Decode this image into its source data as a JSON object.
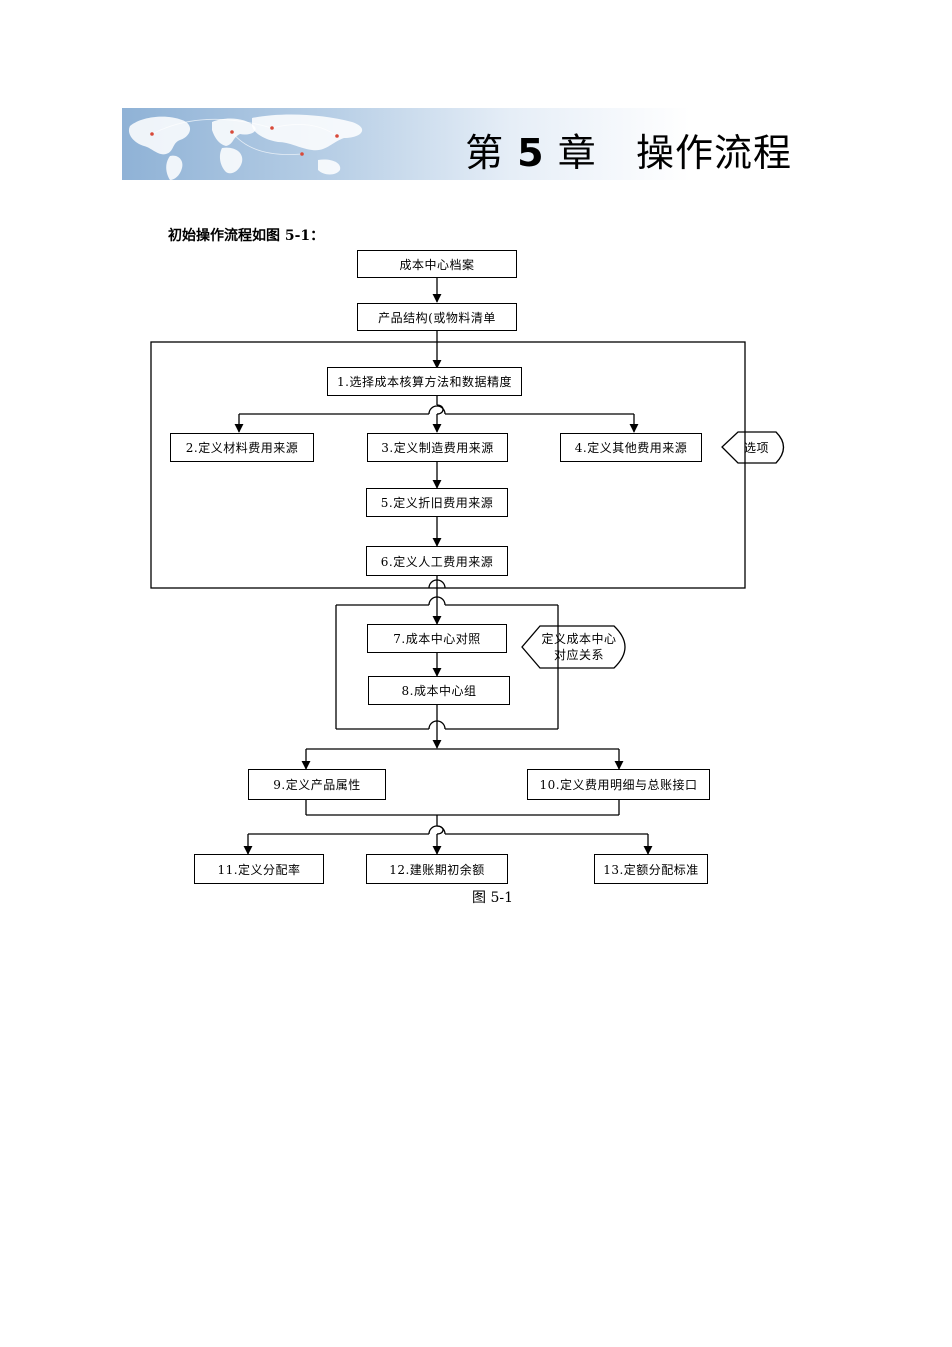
{
  "header": {
    "chapter_prefix": "第",
    "chapter_number": "5",
    "chapter_suffix": "章",
    "chapter_title": "操作流程"
  },
  "intro_text": "初始操作流程如图 5-1：",
  "nodes": {
    "cost_center_file": "成本中心档案",
    "product_structure": "产品结构(或物料清单",
    "step1": "1.选择成本核算方法和数据精度",
    "step2": "2.定义材料费用来源",
    "step3": "3.定义制造费用来源",
    "step4": "4.定义其他费用来源",
    "step5": "5.定义折旧费用来源",
    "step6": "6.定义人工费用来源",
    "step7": "7.成本中心对照",
    "step8": "8.成本中心组",
    "step9": "9.定义产品属性",
    "step10": "10.定义费用明细与总账接口",
    "step11": "11.定义分配率",
    "step12": "12.建账期初余额",
    "step13": "13.定额分配标准"
  },
  "callouts": {
    "options": "选项",
    "cost_center_relation_line1": "定义成本中心",
    "cost_center_relation_line2": "对应关系"
  },
  "caption": "图 5-1"
}
